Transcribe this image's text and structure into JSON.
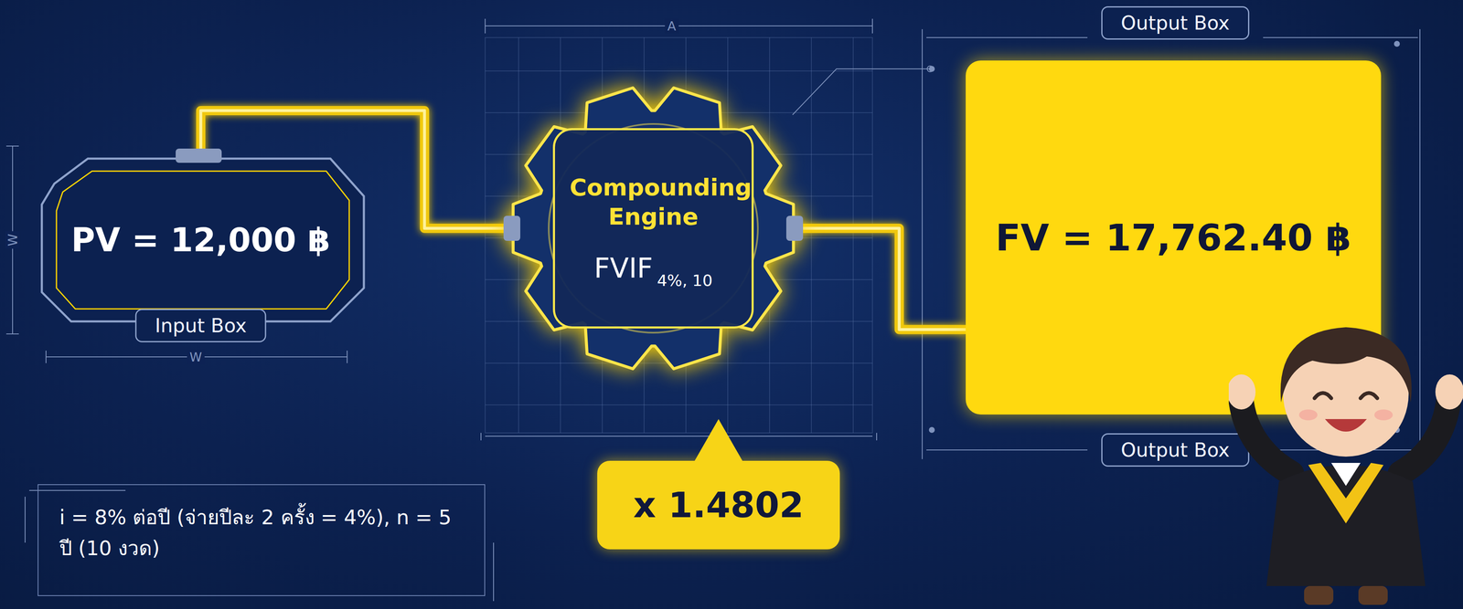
{
  "diagram": {
    "nodes": [
      {
        "text": [
          "PV = 12,000 ฿",
          "Input Box"
        ]
      },
      {
        "text": [
          "Compounding Engine",
          "FVIF",
          "4%, 10"
        ]
      },
      {
        "text": [
          "x 1.4802"
        ]
      },
      {
        "text": [
          "Output Box",
          "Output Box"
        ]
      },
      {
        "text": [
          "FV = 17,762.40 ฿"
        ],
        "in": 3
      },
      {
        "text": [
          "i = 8% ต่อปี (จ่ายปีละ 2 ครั้ง = 4%), n = 5 ปี (10 งวด)"
        ]
      }
    ],
    "edges": [
      {
        "from": 0,
        "to": 1,
        "arrow": "none"
      },
      {
        "from": 1,
        "to": 4,
        "arrow": "none"
      }
    ],
    "labels": [
      "A",
      "W",
      "W"
    ]
  }
}
